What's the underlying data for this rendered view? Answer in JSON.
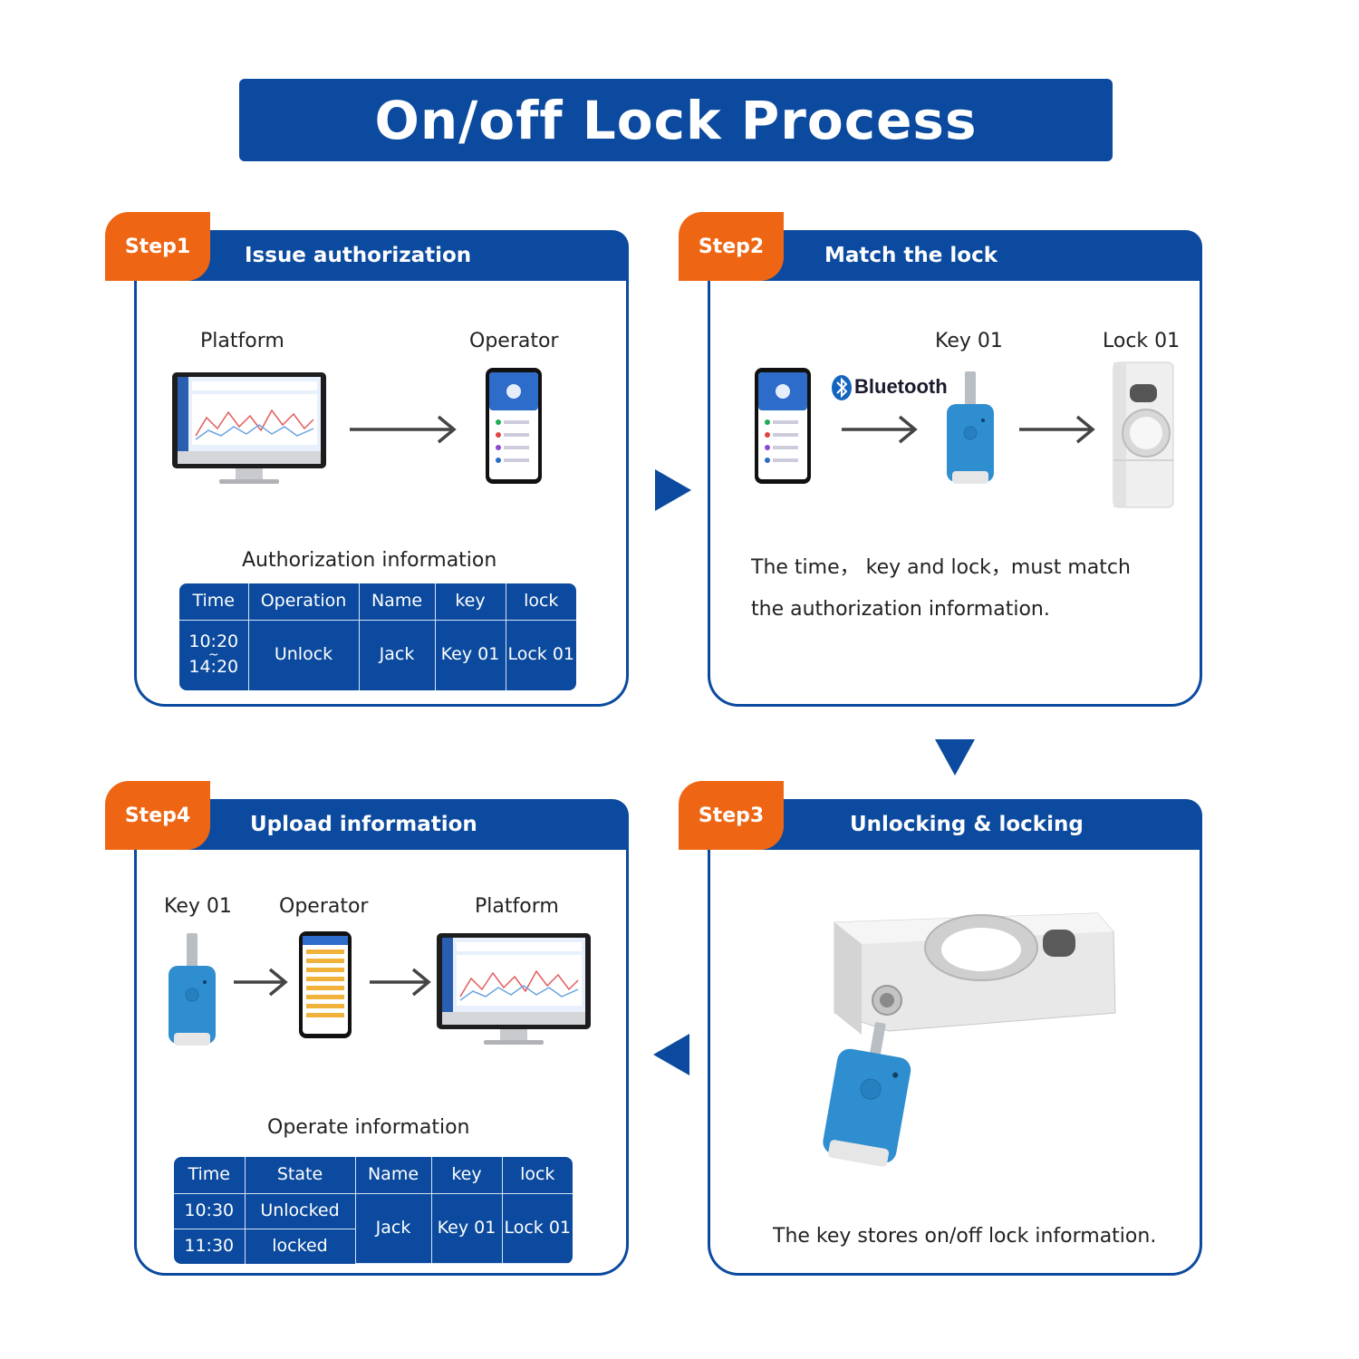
{
  "title": "On/off Lock Process",
  "steps": [
    {
      "badge": "Step1",
      "title": "Issue authorization"
    },
    {
      "badge": "Step2",
      "title": "Match the lock"
    },
    {
      "badge": "Step3",
      "title": "Unlocking &  locking"
    },
    {
      "badge": "Step4",
      "title": "Upload information"
    }
  ],
  "step1": {
    "platform_label": "Platform",
    "operator_label": "Operator",
    "table_caption": "Authorization information",
    "headers": [
      "Time",
      "Operation",
      "Name",
      "key",
      "lock"
    ],
    "row": {
      "time_start": "10:20",
      "time_sep": "~",
      "time_end": "14:20",
      "operation": "Unlock",
      "name": "Jack",
      "key": "Key 01",
      "lock": "Lock 01"
    }
  },
  "step2": {
    "key_label": "Key 01",
    "lock_label": "Lock 01",
    "bluetooth_label": "Bluetooth",
    "text_line1": "The time， key and lock，must match",
    "text_line2": "the authorization information."
  },
  "step3": {
    "text": "The key stores on/off lock information."
  },
  "step4": {
    "key_label": "Key 01",
    "operator_label": "Operator",
    "platform_label": "Platform",
    "table_caption": "Operate information",
    "headers": [
      "Time",
      "State",
      "Name",
      "key",
      "lock"
    ],
    "rows": [
      {
        "time": "10:30",
        "state": "Unlocked"
      },
      {
        "time": "11:30",
        "state": "locked"
      }
    ],
    "name": "Jack",
    "key": "Key 01",
    "lock": "Lock 01"
  },
  "colors": {
    "primary": "#0b4a9e",
    "accent": "#ee6614",
    "key_blue": "#2f8ecf"
  },
  "icons": [
    "monitor-icon",
    "smartphone-icon",
    "arrow-right-icon",
    "bluetooth-icon",
    "key-fob-icon",
    "lock-icon",
    "flow-triangle-icon"
  ]
}
